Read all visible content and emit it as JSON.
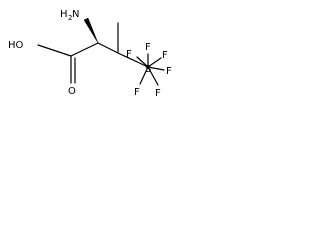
{
  "molecule": {
    "labels": {
      "amine": "H",
      "amine_subscript": "2",
      "amine_n": "N",
      "hydroxyl": "HO",
      "carbonyl_oxygen": "O",
      "sf5_sulfur": "S",
      "fluorine_1": "F",
      "fluorine_2": "F",
      "fluorine_3": "F",
      "fluorine_4": "F",
      "fluorine_5": "F",
      "fluorine_6": "F"
    },
    "colors": {
      "bond": "#000000",
      "label": "#000000",
      "background": "#ffffff"
    }
  }
}
